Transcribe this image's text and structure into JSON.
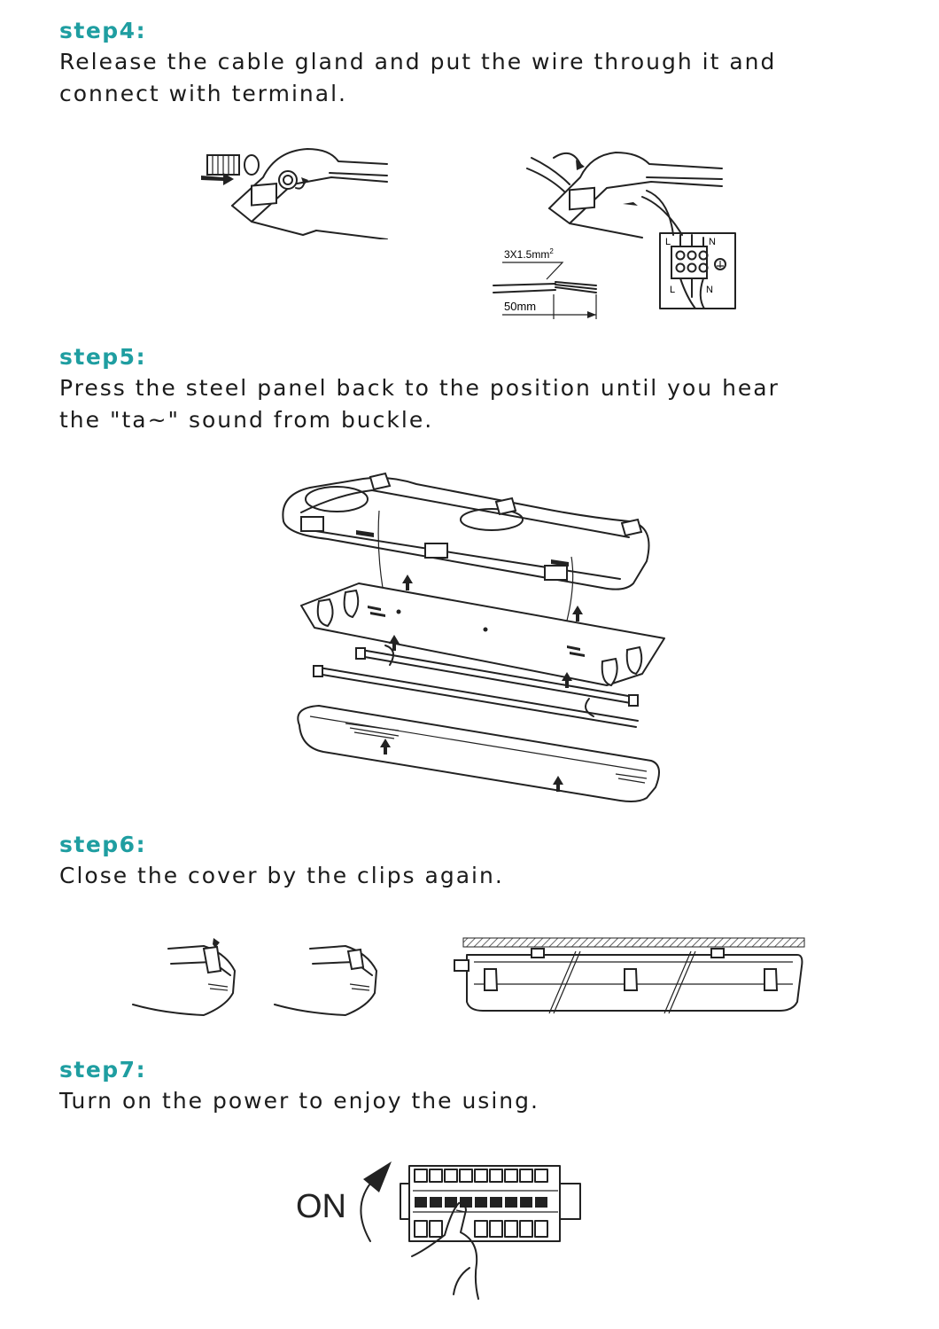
{
  "steps": [
    {
      "title": "step4:",
      "lines": [
        "Release the cable gland and put the wire through it and",
        "connect with terminal."
      ]
    },
    {
      "title": "step5:",
      "lines": [
        "Press the steel panel back to the position until you hear",
        "the \"ta~\" sound from buckle."
      ]
    },
    {
      "title": "step6:",
      "lines": [
        "Close the cover by the clips again."
      ]
    },
    {
      "title": "step7:",
      "lines": [
        "Turn on the power to enjoy the using."
      ]
    }
  ],
  "step4_figure": {
    "wire_spec": "3X1.5mm",
    "wire_spec_sup": "2",
    "strip_length": "50mm",
    "terminal_top_left": "L",
    "terminal_top_right": "N",
    "terminal_bottom_left": "L",
    "terminal_bottom_right": "N"
  },
  "step7_figure": {
    "on_label": "ON"
  }
}
